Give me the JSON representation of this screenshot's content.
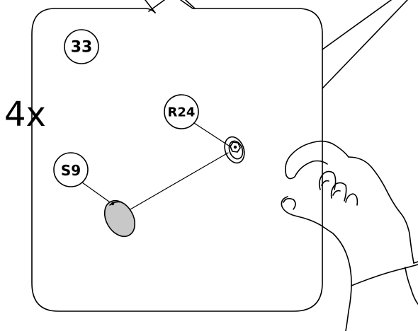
{
  "step": {
    "number": "33",
    "quantity": "4x"
  },
  "parts": {
    "screw": {
      "label": "R24"
    },
    "cover_cap": {
      "label": "S9"
    }
  },
  "colors": {
    "line": "#000000",
    "cap_fill": "#c8c8c8",
    "background": "#ffffff"
  }
}
